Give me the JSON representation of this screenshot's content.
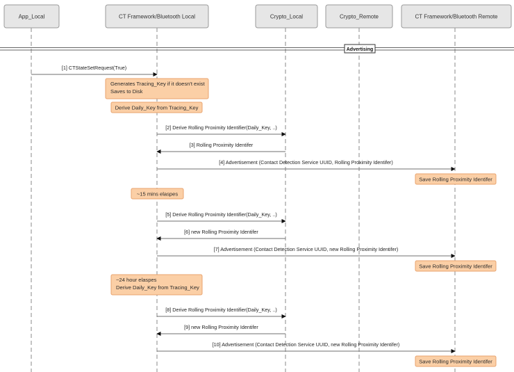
{
  "participants": [
    {
      "id": "app",
      "label": "App_Local"
    },
    {
      "id": "ctl",
      "label": "CT Framework/Bluetooth Local"
    },
    {
      "id": "cl",
      "label": "Crypto_Local"
    },
    {
      "id": "cr",
      "label": "Crypto_Remote"
    },
    {
      "id": "ctr",
      "label": "CT Framework/Bluetooth Remote"
    }
  ],
  "divider": {
    "label": "Advertising"
  },
  "messages": [
    {
      "from": "app",
      "to": "ctl",
      "label": "[1] CTStateSetRequest(True)"
    },
    {
      "from": "ctl",
      "to": "cl",
      "label": "[2] Derive Rolling Proximity Identifier(Daily_Key, ..)"
    },
    {
      "from": "cl",
      "to": "ctl",
      "label": "[3] Rolling Proximity Identifer"
    },
    {
      "from": "ctl",
      "to": "ctr",
      "label": "[4] Advertisement (Contact Detection Service UUID, Rolling Proximity Identifer)"
    },
    {
      "from": "ctl",
      "to": "cl",
      "label": "[5] Derive Rolling Proximity Identifier(Daily_Key, ..)"
    },
    {
      "from": "cl",
      "to": "ctl",
      "label": "[6] new Rolling Proximity Identifer"
    },
    {
      "from": "ctl",
      "to": "ctr",
      "label": "[7] Advertisement (Contact Detection Service UUID, new Rolling Proximity Identifer)"
    },
    {
      "from": "ctl",
      "to": "cl",
      "label": "[8] Derive Rolling Proximity Identifier(Daily_Key, ..)"
    },
    {
      "from": "cl",
      "to": "ctl",
      "label": "[9] new Rolling Proximity Identifer"
    },
    {
      "from": "ctl",
      "to": "ctr",
      "label": "[10] Advertisement (Contact Detection Service UUID, new Rolling Proximity Identifer)"
    }
  ],
  "notes": [
    {
      "lines": [
        "Generates Tracing_Key if it doesn't exist",
        "Saves to Disk"
      ]
    },
    {
      "lines": [
        "Derive Daily_Key from Tracing_Key"
      ]
    },
    {
      "lines": [
        "Save Rolling Proximity Identifer"
      ]
    },
    {
      "lines": [
        "~15 mins elaspes"
      ]
    },
    {
      "lines": [
        "Save Rolling Proximity Identifer"
      ]
    },
    {
      "lines": [
        "~24 hour elaspes",
        "Derive Daily_Key from Tracing_Key"
      ]
    },
    {
      "lines": [
        "Save Rolling Proximity Identifer"
      ]
    }
  ],
  "colors": {
    "participant_fill": "#e6e6e6",
    "participant_stroke": "#9a9a9a",
    "note_fill": "#fbcfa6",
    "note_stroke": "#e8a36e",
    "line": "#6f6f6f"
  }
}
